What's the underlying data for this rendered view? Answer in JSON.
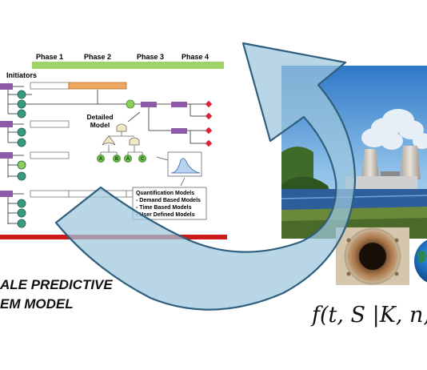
{
  "phases": [
    "Phase 1",
    "Phase 2",
    "Phase 3",
    "Phase 4"
  ],
  "initiators_label": "Initiators",
  "detailed_model_label": [
    "Detailed",
    "Model"
  ],
  "gate_leaf_labels": [
    "A",
    "B",
    "A",
    "C"
  ],
  "quantification": {
    "title": "Quantification Models",
    "items": [
      "- Demand Based Models",
      "- Time Based Models",
      "- User Defined Models"
    ]
  },
  "caption_lines": [
    "ALE PREDICTIVE",
    "EM MODEL"
  ],
  "formula": "f(t, S |K, n,",
  "colors": {
    "phase_green": "#9ed36a",
    "initiator_purple": "#8e5aa8",
    "node_teal": "#3a9a80",
    "active_bar_orange": "#f0a860",
    "end_state_red": "#d9253a",
    "timeline_red": "#cc1a1a",
    "arrow_fill": "#9cc6dc",
    "arrow_stroke": "#2f5f7e"
  }
}
